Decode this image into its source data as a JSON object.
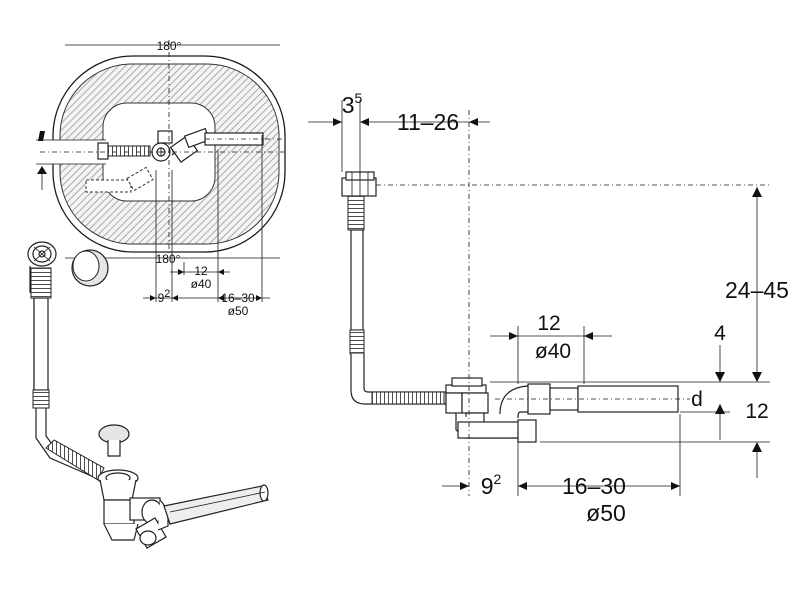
{
  "top_view": {
    "angle_top": "180°",
    "angle_bottom": "180°",
    "dim_12": "12",
    "dim_d40": "ø40",
    "dim_9": "9",
    "dim_9_sup": "2",
    "dim_16_30": "16–30",
    "dim_d50": "ø50"
  },
  "side_view": {
    "dim_3": "3",
    "dim_3_sup": "5",
    "dim_11_26": "11–26",
    "dim_24_45": "24–45",
    "dim_12_top": "12",
    "dim_d40": "ø40",
    "dim_4": "4",
    "dim_d": "d",
    "dim_12_right": "12",
    "dim_9": "9",
    "dim_9_sup": "2",
    "dim_16_30": "16–30",
    "dim_d50": "ø50"
  },
  "colors": {
    "line": "#1a1a1a",
    "hatch": "#8c8c8c",
    "fill": "#ffffff"
  }
}
